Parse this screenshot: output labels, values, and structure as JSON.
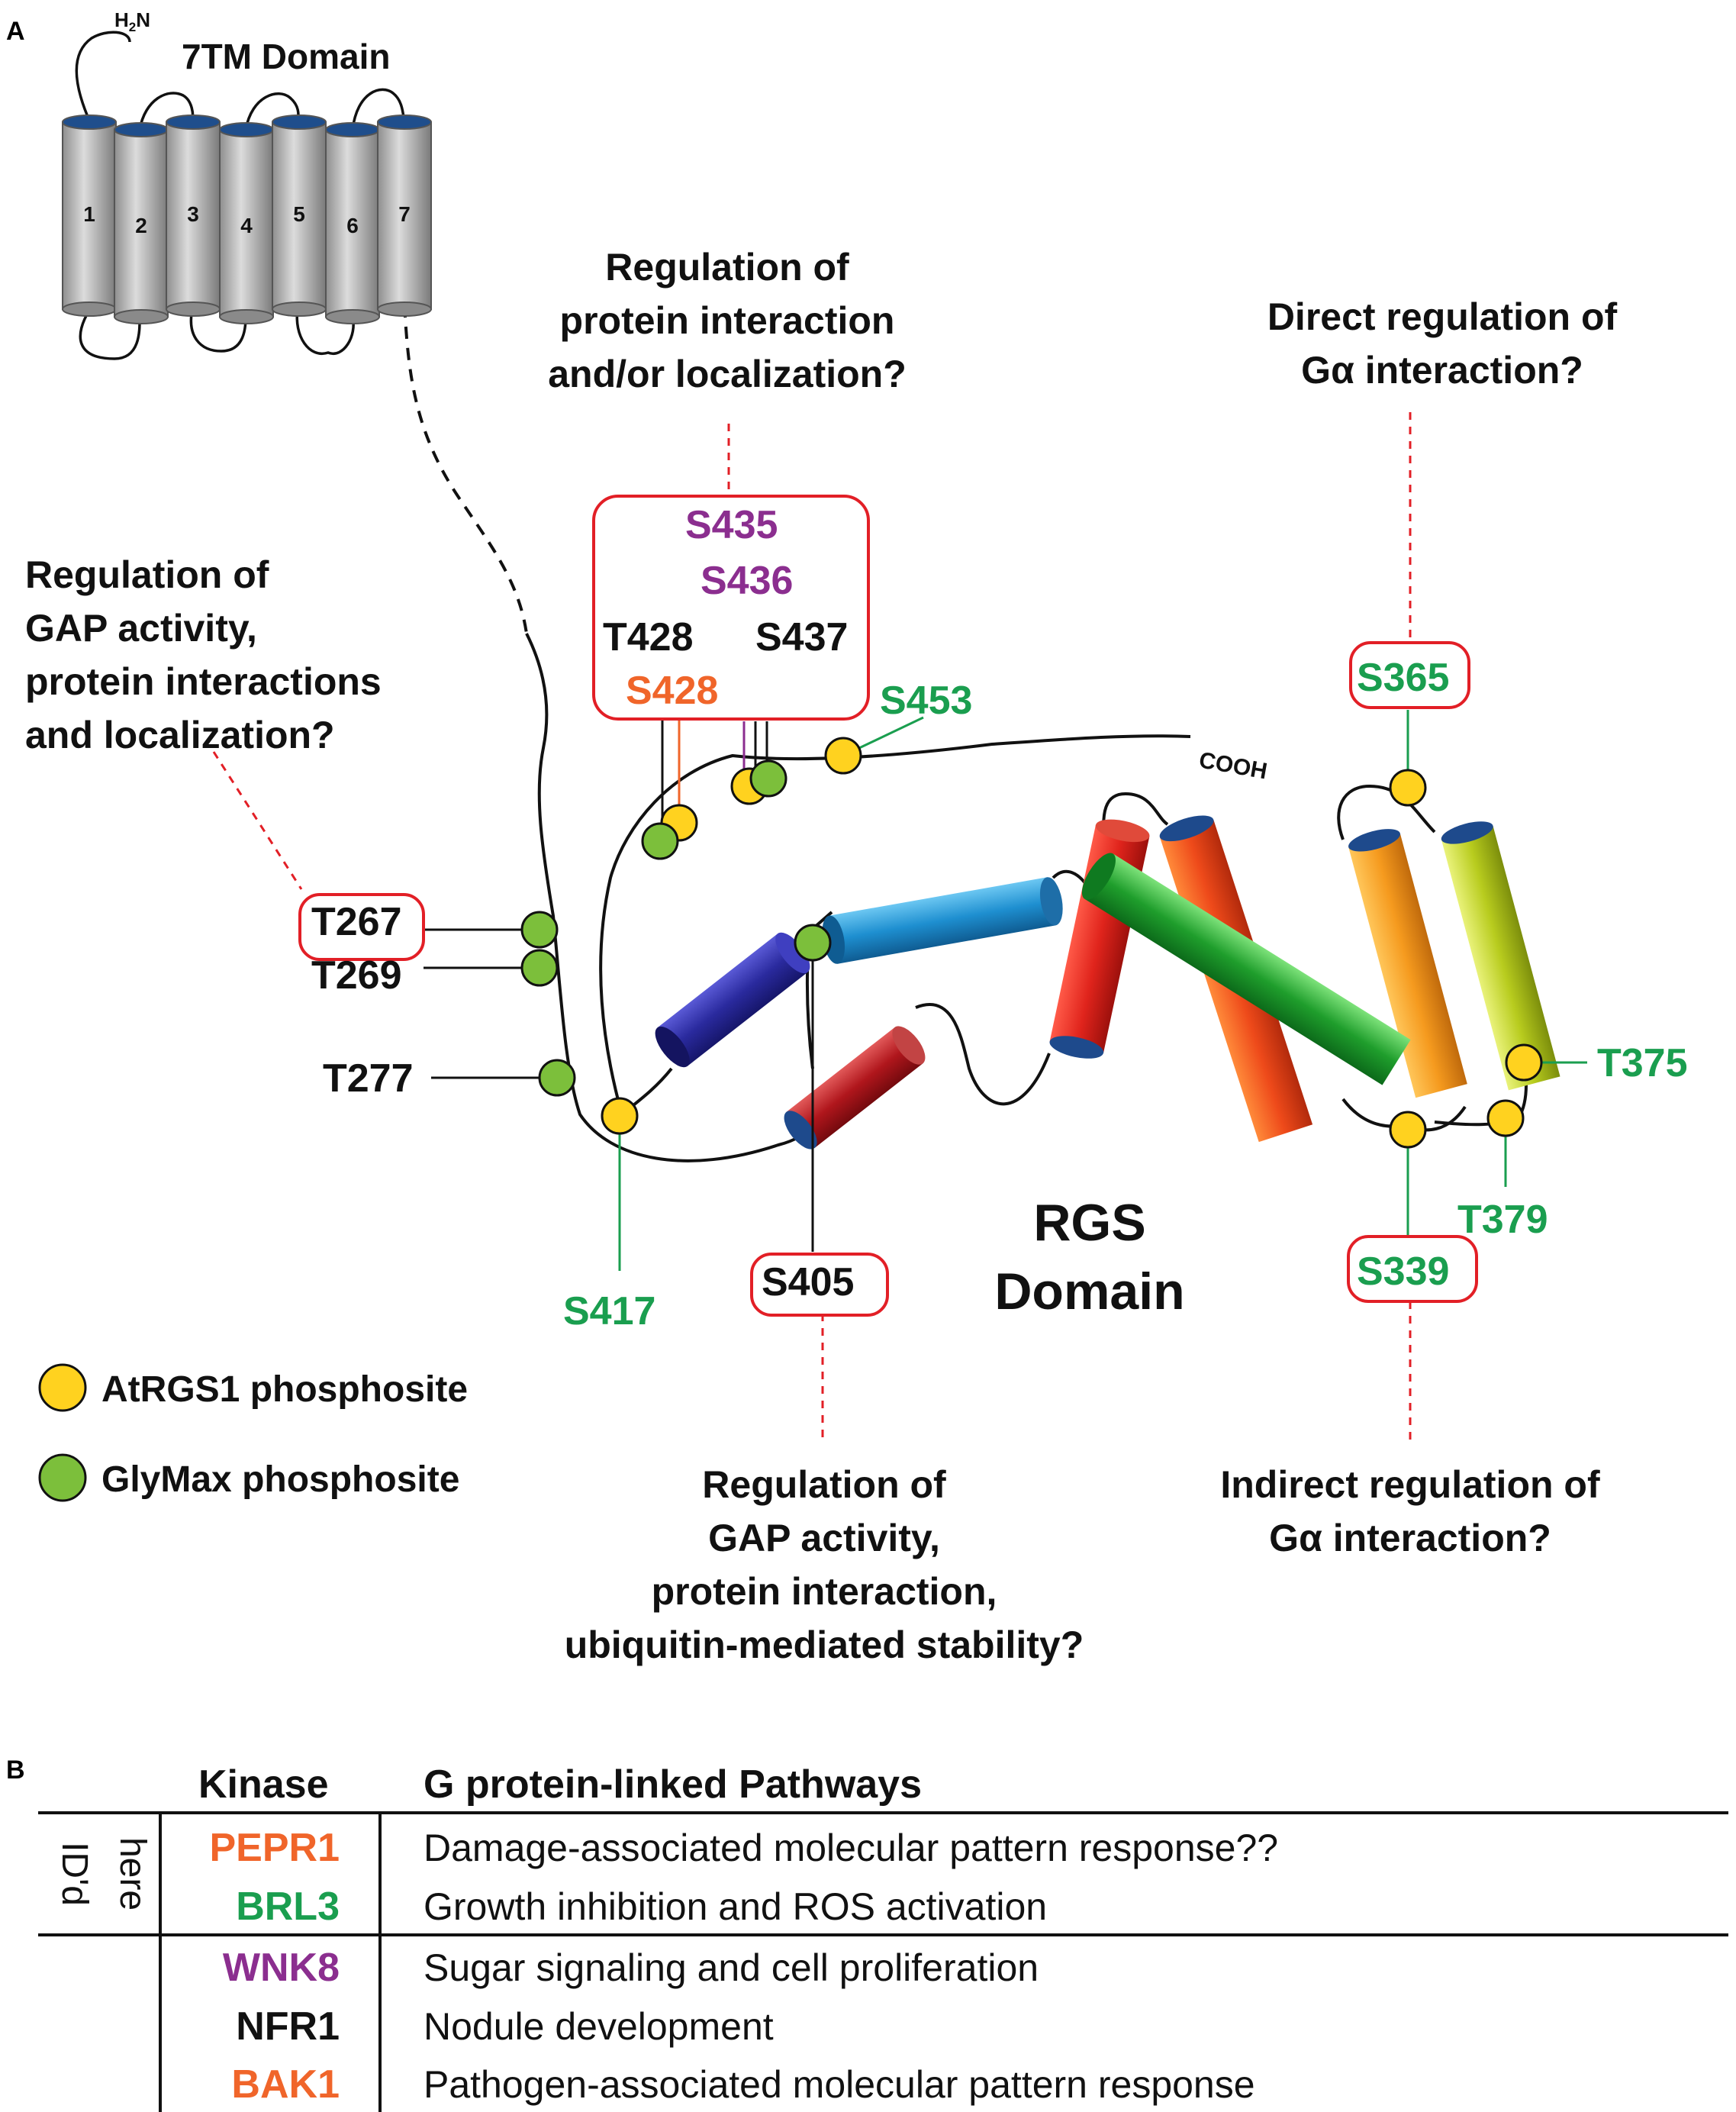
{
  "panel_a": {
    "letter": "A",
    "tm": {
      "nterm_prefix": "H",
      "nterm_sub": "2",
      "nterm_suffix": "N",
      "title": "7TM Domain",
      "helices": [
        "1",
        "2",
        "3",
        "4",
        "5",
        "6",
        "7"
      ]
    },
    "rgs_title_line1": "RGS",
    "rgs_title_line2": "Domain",
    "cooh": "COOH",
    "annotations": {
      "top_center": [
        "Regulation of",
        "protein interaction",
        "and/or localization?"
      ],
      "top_right": [
        "Direct regulation of",
        "Gα interaction?"
      ],
      "left": [
        "Regulation of",
        "GAP activity,",
        "protein interactions",
        "and localization?"
      ],
      "bottom_center": [
        "Regulation of",
        "GAP activity,",
        "protein interaction,",
        "ubiquitin-mediated stability?"
      ],
      "bottom_right": [
        "Indirect regulation of",
        "Gα interaction?"
      ]
    },
    "sites": {
      "S435": "S435",
      "S436": "S436",
      "T428": "T428",
      "S437": "S437",
      "S428": "S428",
      "S453": "S453",
      "S365": "S365",
      "T267": "T267",
      "T269": "T269",
      "T277": "T277",
      "T375": "T375",
      "T379": "T379",
      "S339": "S339",
      "S405": "S405",
      "S417": "S417"
    },
    "legend": {
      "yellow": "AtRGS1 phosphosite",
      "green": "GlyMax phosphosite"
    },
    "colors": {
      "yellow": "#ffd21f",
      "green": "#7cbf3b",
      "purple": "#8b2e8f",
      "orange": "#f0652a",
      "site_green": "#1a9e4f",
      "red_box": "#e21f26",
      "black": "#111111"
    }
  },
  "panel_b": {
    "letter": "B",
    "headers": {
      "kinase": "Kinase",
      "pathways": "G protein-linked Pathways"
    },
    "side_label_line1": "ID'd",
    "side_label_line2": "here",
    "rows": [
      {
        "kinase": "PEPR1",
        "pathway": "Damage-associated molecular pattern response??",
        "color": "#f0652a"
      },
      {
        "kinase": "BRL3",
        "pathway": "Growth inhibition and ROS activation",
        "color": "#1a9e4f"
      },
      {
        "kinase": "WNK8",
        "pathway": "Sugar signaling and cell proliferation",
        "color": "#8b2e8f"
      },
      {
        "kinase": "NFR1",
        "pathway": "Nodule development",
        "color": "#111111"
      },
      {
        "kinase": "BAK1",
        "pathway": "Pathogen-associated molecular pattern response",
        "color": "#f0652a"
      }
    ]
  }
}
